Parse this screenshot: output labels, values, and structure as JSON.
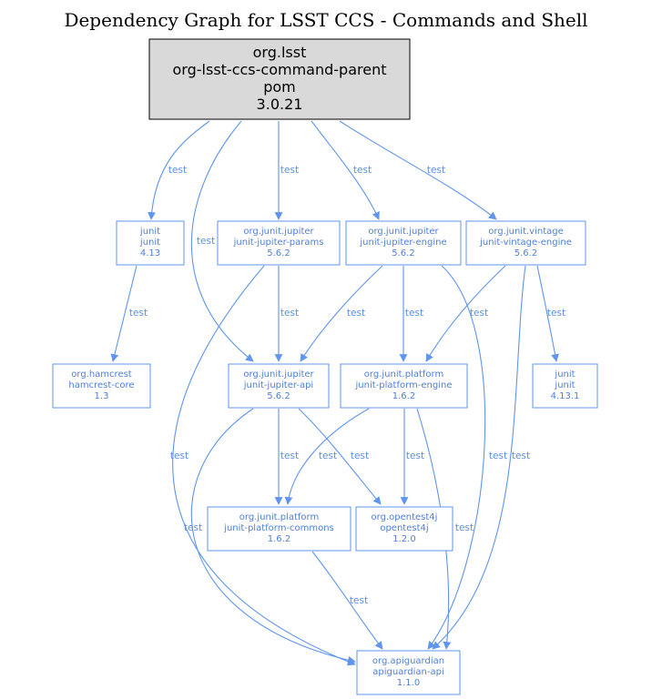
{
  "title": "Dependency Graph for LSST CCS - Commands and Shell",
  "colors": {
    "edge": "#5f95ec",
    "node_text": "#4f7fd6",
    "root_fill": "#d9d9d9",
    "root_stroke": "#000000"
  },
  "root": {
    "lines": [
      "org.lsst",
      "org-lsst-ccs-command-parent",
      "pom",
      "3.0.21"
    ]
  },
  "edge_label": "test",
  "nodes": [
    {
      "id": "junit413",
      "lines": [
        "junit",
        "junit",
        "4.13"
      ]
    },
    {
      "id": "params",
      "lines": [
        "org.junit.jupiter",
        "junit-jupiter-params",
        "5.6.2"
      ]
    },
    {
      "id": "engine",
      "lines": [
        "org.junit.jupiter",
        "junit-jupiter-engine",
        "5.6.2"
      ]
    },
    {
      "id": "vintage",
      "lines": [
        "org.junit.vintage",
        "junit-vintage-engine",
        "5.6.2"
      ]
    },
    {
      "id": "hamcrest",
      "lines": [
        "org.hamcrest",
        "hamcrest-core",
        "1.3"
      ]
    },
    {
      "id": "api",
      "lines": [
        "org.junit.jupiter",
        "junit-jupiter-api",
        "5.6.2"
      ]
    },
    {
      "id": "pengine",
      "lines": [
        "org.junit.platform",
        "junit-platform-engine",
        "1.6.2"
      ]
    },
    {
      "id": "junit4131",
      "lines": [
        "junit",
        "junit",
        "4.13.1"
      ]
    },
    {
      "id": "commons",
      "lines": [
        "org.junit.platform",
        "junit-platform-commons",
        "1.6.2"
      ]
    },
    {
      "id": "opentest",
      "lines": [
        "org.opentest4j",
        "opentest4j",
        "1.2.0"
      ]
    },
    {
      "id": "apiguardian",
      "lines": [
        "org.apiguardian",
        "apiguardian-api",
        "1.1.0"
      ]
    }
  ],
  "edges": [
    {
      "from": "root",
      "to": "junit413",
      "label": "test"
    },
    {
      "from": "root",
      "to": "api",
      "label": "test"
    },
    {
      "from": "root",
      "to": "params",
      "label": "test"
    },
    {
      "from": "root",
      "to": "engine",
      "label": "test"
    },
    {
      "from": "root",
      "to": "vintage",
      "label": "test"
    },
    {
      "from": "junit413",
      "to": "hamcrest",
      "label": "test"
    },
    {
      "from": "params",
      "to": "api",
      "label": "test"
    },
    {
      "from": "params",
      "to": "apiguardian",
      "label": "test"
    },
    {
      "from": "engine",
      "to": "api",
      "label": "test"
    },
    {
      "from": "engine",
      "to": "pengine",
      "label": "test"
    },
    {
      "from": "engine",
      "to": "apiguardian",
      "label": "test"
    },
    {
      "from": "vintage",
      "to": "pengine",
      "label": "test"
    },
    {
      "from": "vintage",
      "to": "junit4131",
      "label": "test"
    },
    {
      "from": "vintage",
      "to": "apiguardian",
      "label": "test"
    },
    {
      "from": "api",
      "to": "commons",
      "label": "test"
    },
    {
      "from": "api",
      "to": "opentest",
      "label": "test"
    },
    {
      "from": "api",
      "to": "apiguardian",
      "label": "test"
    },
    {
      "from": "pengine",
      "to": "commons",
      "label": "test"
    },
    {
      "from": "pengine",
      "to": "opentest",
      "label": "test"
    },
    {
      "from": "pengine",
      "to": "apiguardian",
      "label": "test"
    },
    {
      "from": "commons",
      "to": "apiguardian",
      "label": "test"
    }
  ]
}
